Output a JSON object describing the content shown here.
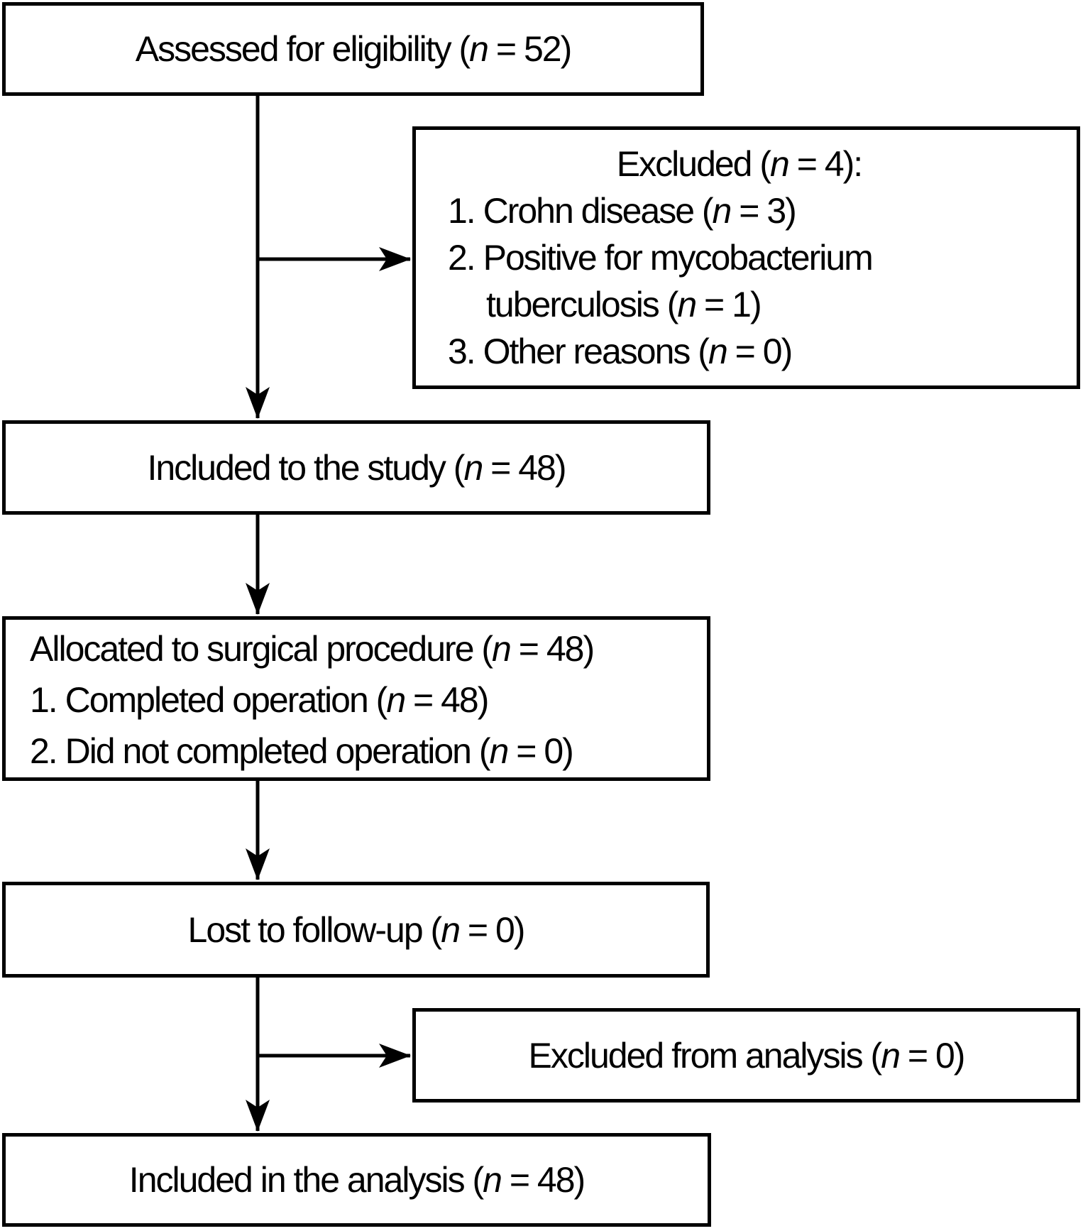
{
  "diagram": {
    "type": "consort-flow",
    "colors": {
      "line": "#000000",
      "background": "#ffffff",
      "text": "#000000"
    },
    "boxes": {
      "assessed": {
        "text": "Assessed for eligibility (*n* = 52)"
      },
      "excluded": {
        "title": "Excluded (*n* = 4):",
        "items": [
          "1. Crohn disease (*n* = 3)",
          "2. Positive for mycobacterium tuberculosis (*n* = 1)",
          "3. Other reasons (*n* = 0)"
        ]
      },
      "included_study": {
        "text": "Included to the study (*n* = 48)"
      },
      "allocated": {
        "title": "Allocated to surgical procedure (*n* = 48)",
        "items": [
          "1. Completed operation (*n* = 48)",
          "2. Did not completed operation (*n* = 0)"
        ]
      },
      "lost_followup": {
        "text": "Lost to follow-up (*n* = 0)"
      },
      "excluded_analysis": {
        "text": "Excluded from analysis (*n* = 0)"
      },
      "included_analysis": {
        "text": "Included in the analysis (*n* = 48)"
      }
    }
  }
}
